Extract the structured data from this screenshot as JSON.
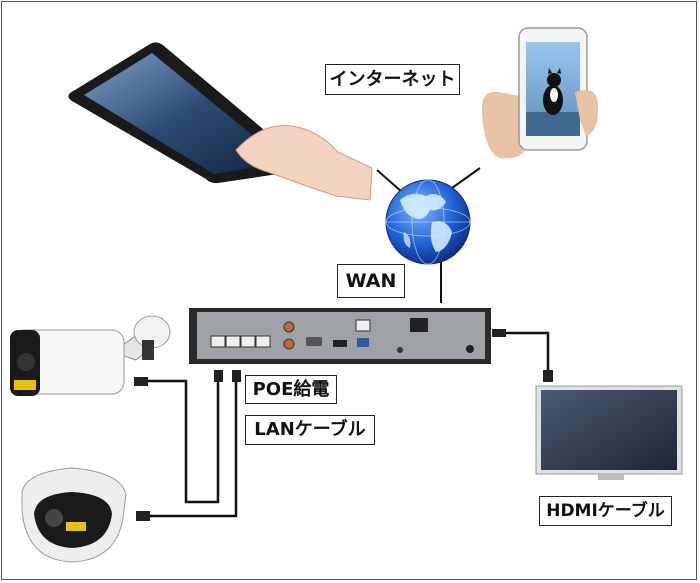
{
  "labels": {
    "internet": "インターネット",
    "wan": "WAN",
    "poe": "POE給電",
    "lan": "LANケーブル",
    "hdmi": "HDMIケーブル"
  },
  "colors": {
    "globe_ocean": "#1f5fd6",
    "globe_land": "#d9f2ff",
    "nvr_body": "#2a2a2a",
    "nvr_panel": "#9ea2a6",
    "monitor_frame": "#dfe1e3",
    "screen": "#2d3a4f",
    "cable": "#111111"
  }
}
